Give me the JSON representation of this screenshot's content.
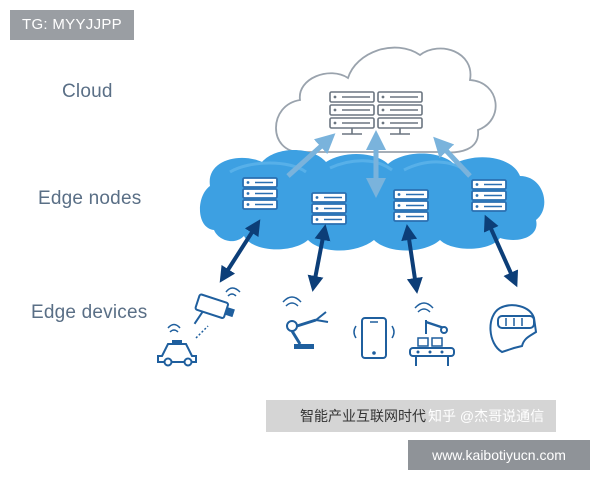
{
  "watermark_tag": "TG: MYYJJPP",
  "layers": {
    "cloud": "Cloud",
    "edge_nodes": "Edge nodes",
    "edge_devices": "Edge devices"
  },
  "caption": {
    "text": "智能产业互联网时代",
    "credit": "知乎 @杰哥说通信"
  },
  "site_watermark": "www.kaibotiyucn.com",
  "colors": {
    "edge_cloud": "#3da0e2",
    "cloud_outline": "#9aa3ad",
    "arrow_dark": "#0c3e78",
    "arrow_light": "#7ab3dc",
    "server": "#2a6fb1",
    "label_text": "#5a6f86"
  },
  "icons": {
    "devices": [
      "traffic-camera-car-icon",
      "robot-arm-icon",
      "smartphone-icon",
      "smart-factory-icon",
      "vr-headset-icon"
    ]
  }
}
